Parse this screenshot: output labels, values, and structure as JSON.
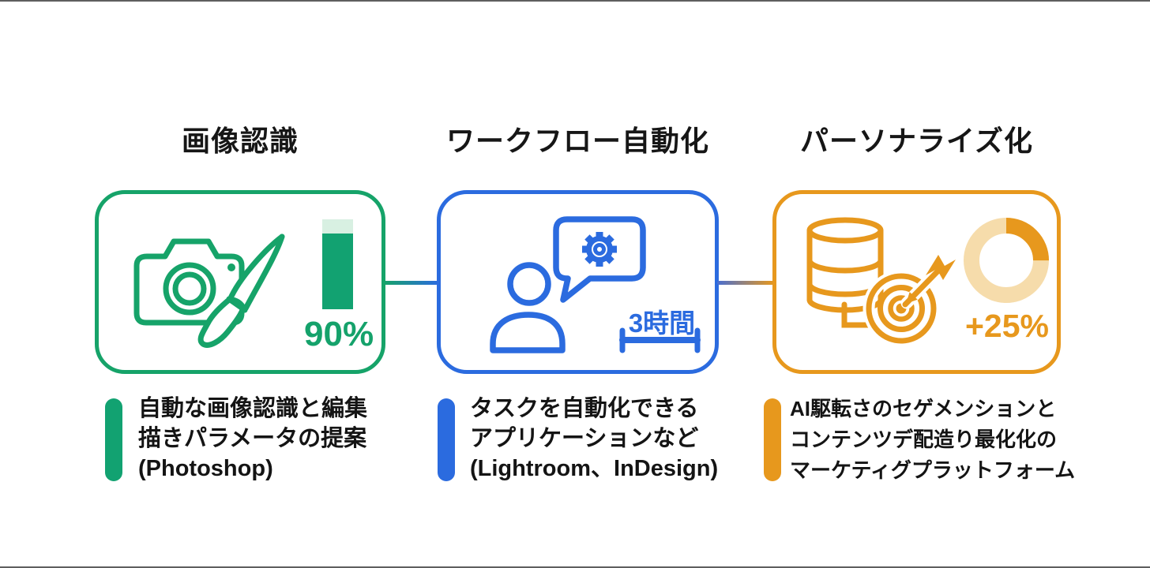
{
  "infographic": {
    "background_color": "#ffffff",
    "cards": [
      {
        "id": "image-recognition",
        "title": "画像認識",
        "accent_color": "#16a369",
        "accent_light_color": "#d8f0e2",
        "icons": [
          "camera-icon",
          "paintbrush-icon",
          "bar-gauge"
        ],
        "metric_label": "90%",
        "bar_fill_visual_percent": 84,
        "description_lines": [
          "自動な画像認識と編集",
          "描きパラメータの提案",
          "(Photoshop)"
        ]
      },
      {
        "id": "workflow-automation",
        "title": "ワークフロー自動化",
        "accent_color": "#2b6bdf",
        "icons": [
          "person-icon",
          "speech-bubble-icon",
          "gear-icon",
          "duration-dimension-line"
        ],
        "metric_label": "3時間",
        "description_lines": [
          "タスクを自動化できる",
          "アプリケーションなど",
          "(Lightroom、InDesign)"
        ]
      },
      {
        "id": "personalization",
        "title": "パーソナライズ化",
        "accent_color": "#e7981d",
        "accent_light_color": "#f6dcab",
        "icons": [
          "database-icon",
          "target-arrow-icon",
          "donut-gauge"
        ],
        "metric_label": "+25%",
        "donut_percent": 25,
        "description_lines": [
          "AI駆転さのセゲメンションと",
          "コンテンツデ配造り最化化の",
          "マーケティグプラットフォーム"
        ]
      }
    ]
  }
}
